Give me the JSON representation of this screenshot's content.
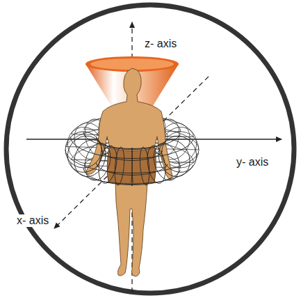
{
  "diagram": {
    "labels": [
      "z- axis",
      "y- axis",
      "x- axis"
    ]
  }
}
